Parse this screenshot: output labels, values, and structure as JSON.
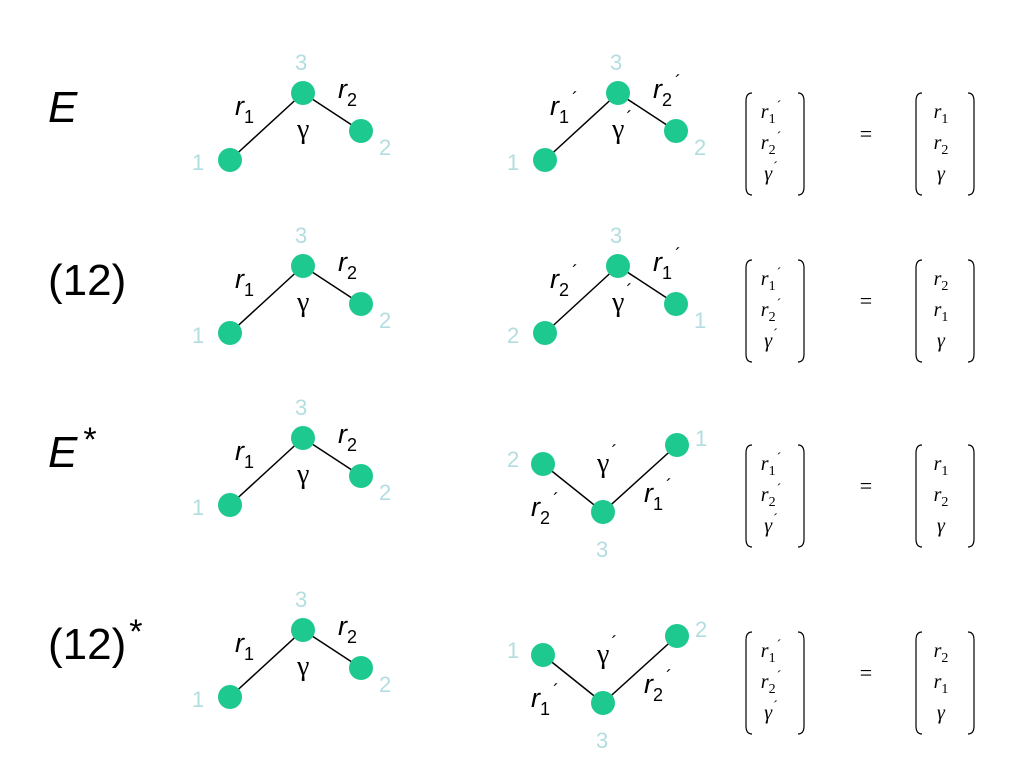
{
  "colors": {
    "atom": "#1ec98f",
    "number": "#b3dde0",
    "ink": "#000000"
  },
  "prime_mark": "´",
  "equals_sign": "=",
  "rows": [
    {
      "label": "E",
      "label_italic": true,
      "label_sup": "",
      "before": {
        "shape": "up",
        "left_num": "1",
        "apex_num": "3",
        "right_num": "2",
        "left_var": "r",
        "left_sub": "1",
        "right_var": "r",
        "right_sub": "2",
        "angle": "γ"
      },
      "after": {
        "shape": "up",
        "left_num": "1",
        "apex_num": "3",
        "right_num": "2",
        "left_var": "r",
        "left_sub": "1",
        "right_var": "r",
        "right_sub": "2",
        "angle": "γ",
        "primed": true
      },
      "matrix_left": [
        {
          "v": "r",
          "s": "1",
          "p": true
        },
        {
          "v": "r",
          "s": "2",
          "p": true
        },
        {
          "v": "γ",
          "s": "",
          "p": true
        }
      ],
      "matrix_right": [
        {
          "v": "r",
          "s": "1",
          "p": false
        },
        {
          "v": "r",
          "s": "2",
          "p": false
        },
        {
          "v": "γ",
          "s": "",
          "p": false
        }
      ]
    },
    {
      "label": "(12)",
      "label_italic": false,
      "label_sup": "",
      "before": {
        "shape": "up",
        "left_num": "1",
        "apex_num": "3",
        "right_num": "2",
        "left_var": "r",
        "left_sub": "1",
        "right_var": "r",
        "right_sub": "2",
        "angle": "γ"
      },
      "after": {
        "shape": "up",
        "left_num": "2",
        "apex_num": "3",
        "right_num": "1",
        "left_var": "r",
        "left_sub": "2",
        "right_var": "r",
        "right_sub": "1",
        "angle": "γ",
        "primed": true
      },
      "matrix_left": [
        {
          "v": "r",
          "s": "1",
          "p": true
        },
        {
          "v": "r",
          "s": "2",
          "p": true
        },
        {
          "v": "γ",
          "s": "",
          "p": true
        }
      ],
      "matrix_right": [
        {
          "v": "r",
          "s": "2",
          "p": false
        },
        {
          "v": "r",
          "s": "1",
          "p": false
        },
        {
          "v": "γ",
          "s": "",
          "p": false
        }
      ]
    },
    {
      "label": "E",
      "label_italic": true,
      "label_sup": "*",
      "before": {
        "shape": "up",
        "left_num": "1",
        "apex_num": "3",
        "right_num": "2",
        "left_var": "r",
        "left_sub": "1",
        "right_var": "r",
        "right_sub": "2",
        "angle": "γ"
      },
      "after": {
        "shape": "down",
        "left_num": "2",
        "apex_num": "3",
        "right_num": "1",
        "left_var": "r",
        "left_sub": "2",
        "right_var": "r",
        "right_sub": "1",
        "angle": "γ",
        "primed": true
      },
      "matrix_left": [
        {
          "v": "r",
          "s": "1",
          "p": true
        },
        {
          "v": "r",
          "s": "2",
          "p": true
        },
        {
          "v": "γ",
          "s": "",
          "p": true
        }
      ],
      "matrix_right": [
        {
          "v": "r",
          "s": "1",
          "p": false
        },
        {
          "v": "r",
          "s": "2",
          "p": false
        },
        {
          "v": "γ",
          "s": "",
          "p": false
        }
      ]
    },
    {
      "label": "(12)",
      "label_italic": false,
      "label_sup": "*",
      "before": {
        "shape": "up",
        "left_num": "1",
        "apex_num": "3",
        "right_num": "2",
        "left_var": "r",
        "left_sub": "1",
        "right_var": "r",
        "right_sub": "2",
        "angle": "γ"
      },
      "after": {
        "shape": "down",
        "left_num": "1",
        "apex_num": "3",
        "right_num": "2",
        "left_var": "r",
        "left_sub": "1",
        "right_var": "r",
        "right_sub": "2",
        "angle": "γ",
        "primed": true
      },
      "matrix_left": [
        {
          "v": "r",
          "s": "1",
          "p": true
        },
        {
          "v": "r",
          "s": "2",
          "p": true
        },
        {
          "v": "γ",
          "s": "",
          "p": true
        }
      ],
      "matrix_right": [
        {
          "v": "r",
          "s": "2",
          "p": false
        },
        {
          "v": "r",
          "s": "1",
          "p": false
        },
        {
          "v": "γ",
          "s": "",
          "p": false
        }
      ]
    }
  ]
}
